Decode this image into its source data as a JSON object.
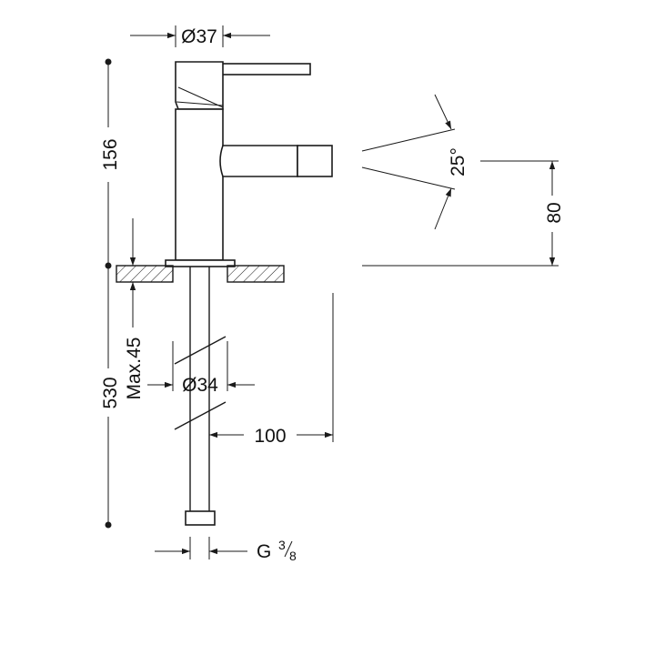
{
  "dimensions": {
    "body_diameter": "Ø37",
    "total_height": "156",
    "spray_angle": "25°",
    "spout_height": "80",
    "mount_thickness": "Max.45",
    "hose_length": "530",
    "hole_diameter": "Ø34",
    "spout_reach": "100",
    "connection_thread": "G",
    "thread_fraction_num": "3",
    "thread_fraction_den": "8"
  },
  "colors": {
    "line": "#1a1a1a",
    "background": "#ffffff"
  }
}
